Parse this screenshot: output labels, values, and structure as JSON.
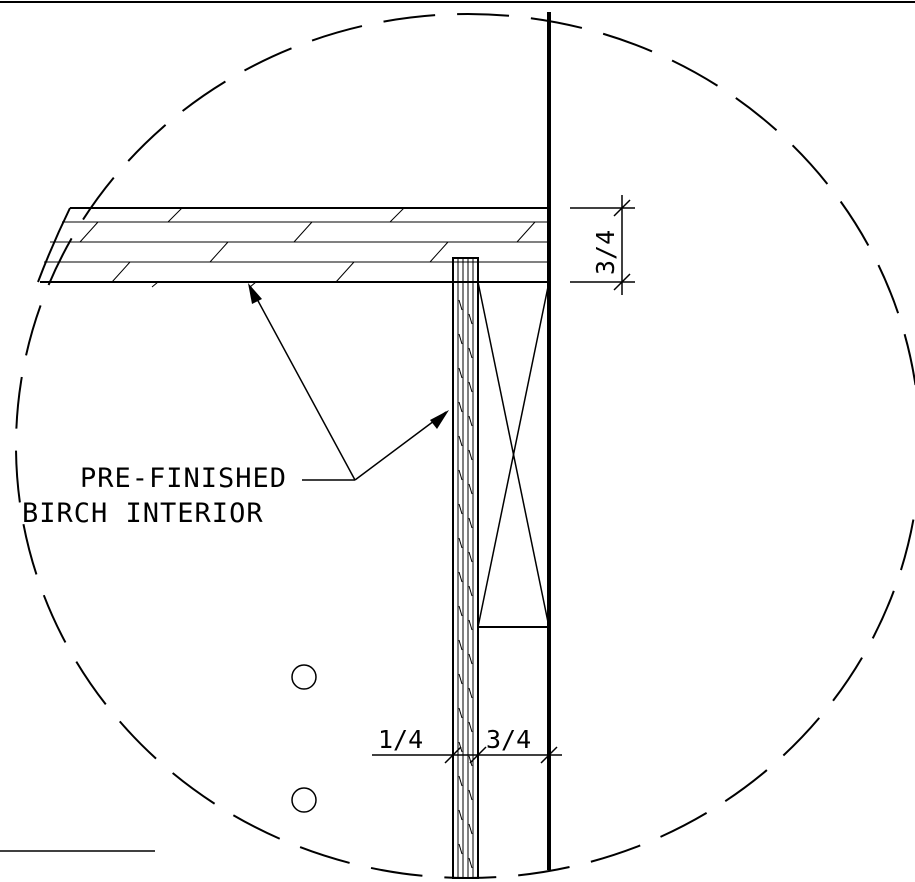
{
  "callout": {
    "line1": "PRE-FINISHED",
    "line2": "BIRCH INTERIOR"
  },
  "dimensions": {
    "shelf_thickness": "3/4",
    "panel_thickness": "1/4",
    "stud_depth": "3/4"
  },
  "colors": {
    "line": "#000000",
    "background": "#ffffff"
  }
}
